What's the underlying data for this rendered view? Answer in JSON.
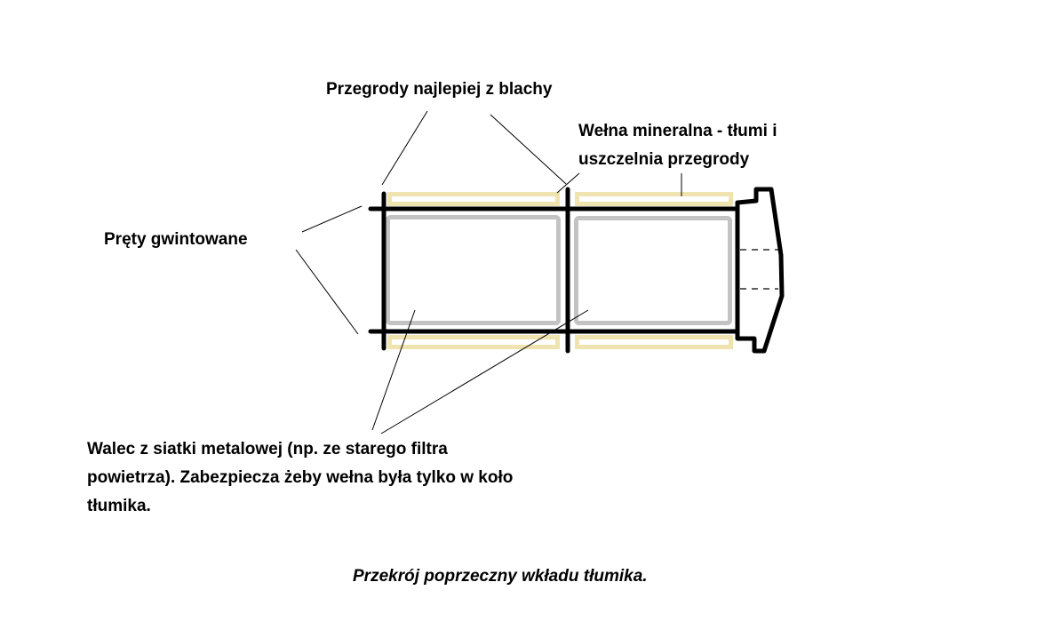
{
  "diagram": {
    "title": "Przekrój poprzeczny wkładu tłumika.",
    "labels": {
      "baffles": "Przegrody najlepiej z blachy",
      "wool_line1": "Wełna mineralna - tłumi i",
      "wool_line2": "uszczelnia przegrody",
      "rods": "Pręty gwintowane",
      "mesh_line1": "Walec z siatki metalowej (np. ze starego filtra",
      "mesh_line2": "powietrza). Zabezpiecza żeby wełna była tylko w koło",
      "mesh_line3": "tłumika."
    },
    "colors": {
      "rod": "#000000",
      "baffle": "#000000",
      "mesh": "#c3c3c3",
      "wool": "#efe4b0",
      "leader": "#000000",
      "background": "#ffffff"
    },
    "components": [
      {
        "id": "threaded-rods",
        "count": 2,
        "orientation": "horizontal"
      },
      {
        "id": "baffles",
        "count": 2,
        "orientation": "vertical"
      },
      {
        "id": "mesh-cylinders",
        "count": 2
      },
      {
        "id": "mineral-wool",
        "count": 4
      },
      {
        "id": "end-cap",
        "count": 1
      }
    ]
  }
}
